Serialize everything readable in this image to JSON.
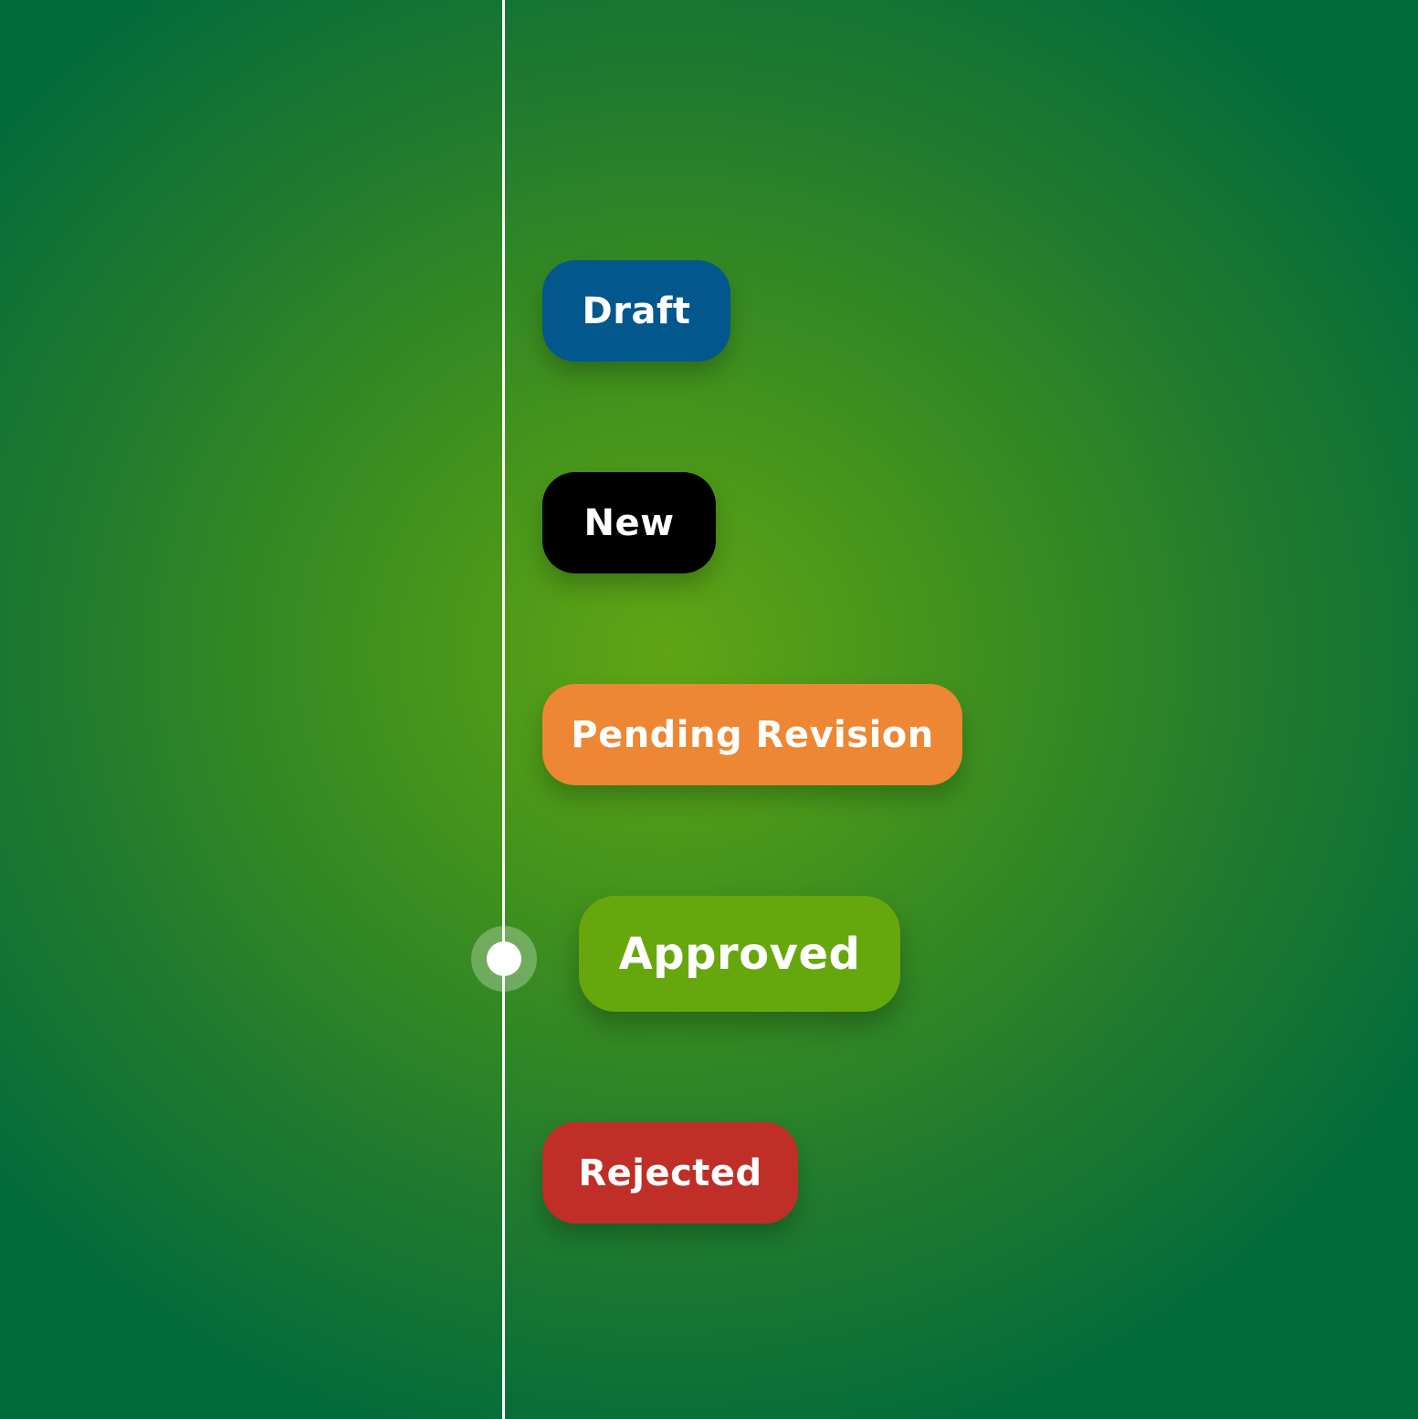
{
  "timeline": {
    "track_color": "#ffffff",
    "handle": {
      "position_label": "Approved",
      "selected_index": 3
    }
  },
  "statuses": [
    {
      "label": "Draft",
      "color": "#02578c"
    },
    {
      "label": "New",
      "color": "#000000"
    },
    {
      "label": "Pending Revision",
      "color": "#ed8733"
    },
    {
      "label": "Approved",
      "color": "#67a70e",
      "active": true
    },
    {
      "label": "Rejected",
      "color": "#bf2e27"
    }
  ],
  "background": {
    "center": "#5fa514",
    "edge": "#036b3a"
  }
}
